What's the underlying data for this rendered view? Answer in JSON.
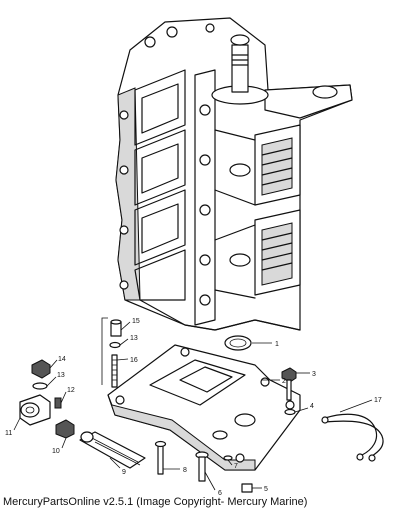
{
  "caption": "MercuryPartsOnline v2.5.1 (Image Copyright- Mercury Marine)",
  "callouts": [
    "1",
    "2",
    "3",
    "4",
    "5",
    "6",
    "7",
    "8",
    "9",
    "10",
    "11",
    "12",
    "13",
    "13",
    "14",
    "15",
    "16",
    "17"
  ]
}
